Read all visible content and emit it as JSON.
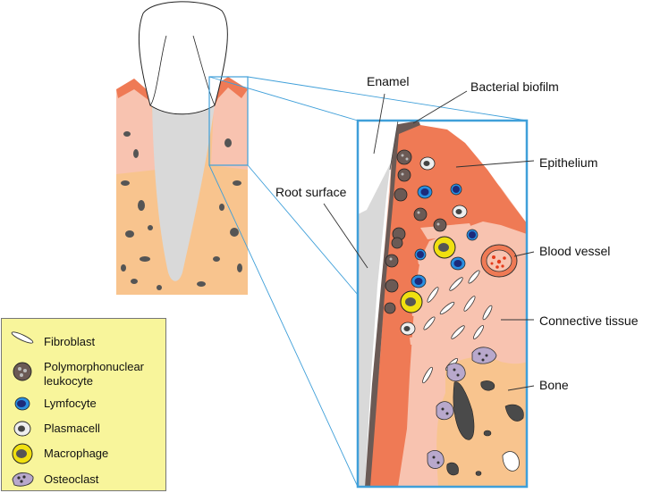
{
  "labels": {
    "enamel": "Enamel",
    "biofilm": "Bacterial biofilm",
    "epithelium": "Epithelium",
    "root_surface": "Root surface",
    "blood_vessel": "Blood vessel",
    "connective_tissue": "Connective tissue",
    "bone": "Bone"
  },
  "legend": {
    "items": [
      {
        "label_1": "Fibroblast",
        "label_2": "",
        "icon": "fibroblast-icon"
      },
      {
        "label_1": "Polymorphonuclear",
        "label_2": "leukocyte",
        "icon": "pmn-icon"
      },
      {
        "label_1": "Lymfocyte",
        "label_2": "",
        "icon": "lymphocyte-icon"
      },
      {
        "label_1": "Plasmacell",
        "label_2": "",
        "icon": "plasmacell-icon"
      },
      {
        "label_1": "Macrophage",
        "label_2": "",
        "icon": "macrophage-icon"
      },
      {
        "label_1": "Osteoclast",
        "label_2": "",
        "icon": "osteoclast-icon"
      }
    ]
  },
  "colors": {
    "epithelium": "#ef7a55",
    "connective": "#f8c3b0",
    "bone": "#f8c48e",
    "root": "#d9d9d9",
    "biofilm": "#6b5a55",
    "zoom_frame": "#3f9fd9",
    "legend_bg": "#f8f59b",
    "lymphocyte": "#2a8fe0",
    "macrophage": "#f0e010"
  }
}
